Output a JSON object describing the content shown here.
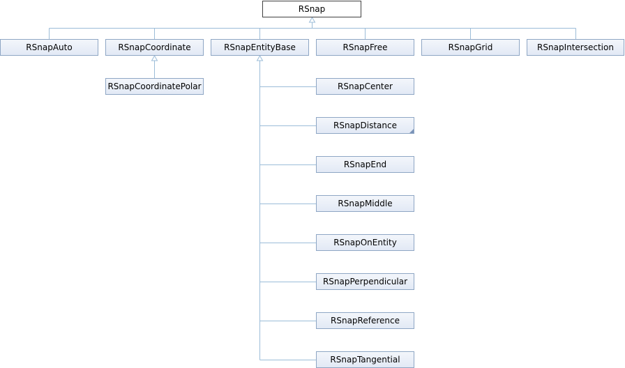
{
  "diagram": {
    "nodes": {
      "rsnap": "RSnap",
      "rsnap_auto": "RSnapAuto",
      "rsnap_coordinate": "RSnapCoordinate",
      "rsnap_entity_base": "RSnapEntityBase",
      "rsnap_free": "RSnapFree",
      "rsnap_grid": "RSnapGrid",
      "rsnap_intersection": "RSnapIntersection",
      "rsnap_coordinate_polar": "RSnapCoordinatePolar",
      "rsnap_center": "RSnapCenter",
      "rsnap_distance": "RSnapDistance",
      "rsnap_end": "RSnapEnd",
      "rsnap_middle": "RSnapMiddle",
      "rsnap_on_entity": "RSnapOnEntity",
      "rsnap_perpendicular": "RSnapPerpendicular",
      "rsnap_reference": "RSnapReference",
      "rsnap_tangential": "RSnapTangential"
    },
    "edges": [
      {
        "child": "rsnap_auto",
        "parent": "rsnap"
      },
      {
        "child": "rsnap_coordinate",
        "parent": "rsnap"
      },
      {
        "child": "rsnap_entity_base",
        "parent": "rsnap"
      },
      {
        "child": "rsnap_free",
        "parent": "rsnap"
      },
      {
        "child": "rsnap_grid",
        "parent": "rsnap"
      },
      {
        "child": "rsnap_intersection",
        "parent": "rsnap"
      },
      {
        "child": "rsnap_coordinate_polar",
        "parent": "rsnap_coordinate"
      },
      {
        "child": "rsnap_center",
        "parent": "rsnap_entity_base"
      },
      {
        "child": "rsnap_distance",
        "parent": "rsnap_entity_base"
      },
      {
        "child": "rsnap_end",
        "parent": "rsnap_entity_base"
      },
      {
        "child": "rsnap_middle",
        "parent": "rsnap_entity_base"
      },
      {
        "child": "rsnap_on_entity",
        "parent": "rsnap_entity_base"
      },
      {
        "child": "rsnap_perpendicular",
        "parent": "rsnap_entity_base"
      },
      {
        "child": "rsnap_reference",
        "parent": "rsnap_entity_base"
      },
      {
        "child": "rsnap_tangential",
        "parent": "rsnap_entity_base"
      }
    ],
    "has_more_children": [
      "rsnap_distance"
    ],
    "colors": {
      "edge": "#9bbcd8",
      "node_border": "#8ea6c4",
      "root_border": "#404040"
    }
  }
}
